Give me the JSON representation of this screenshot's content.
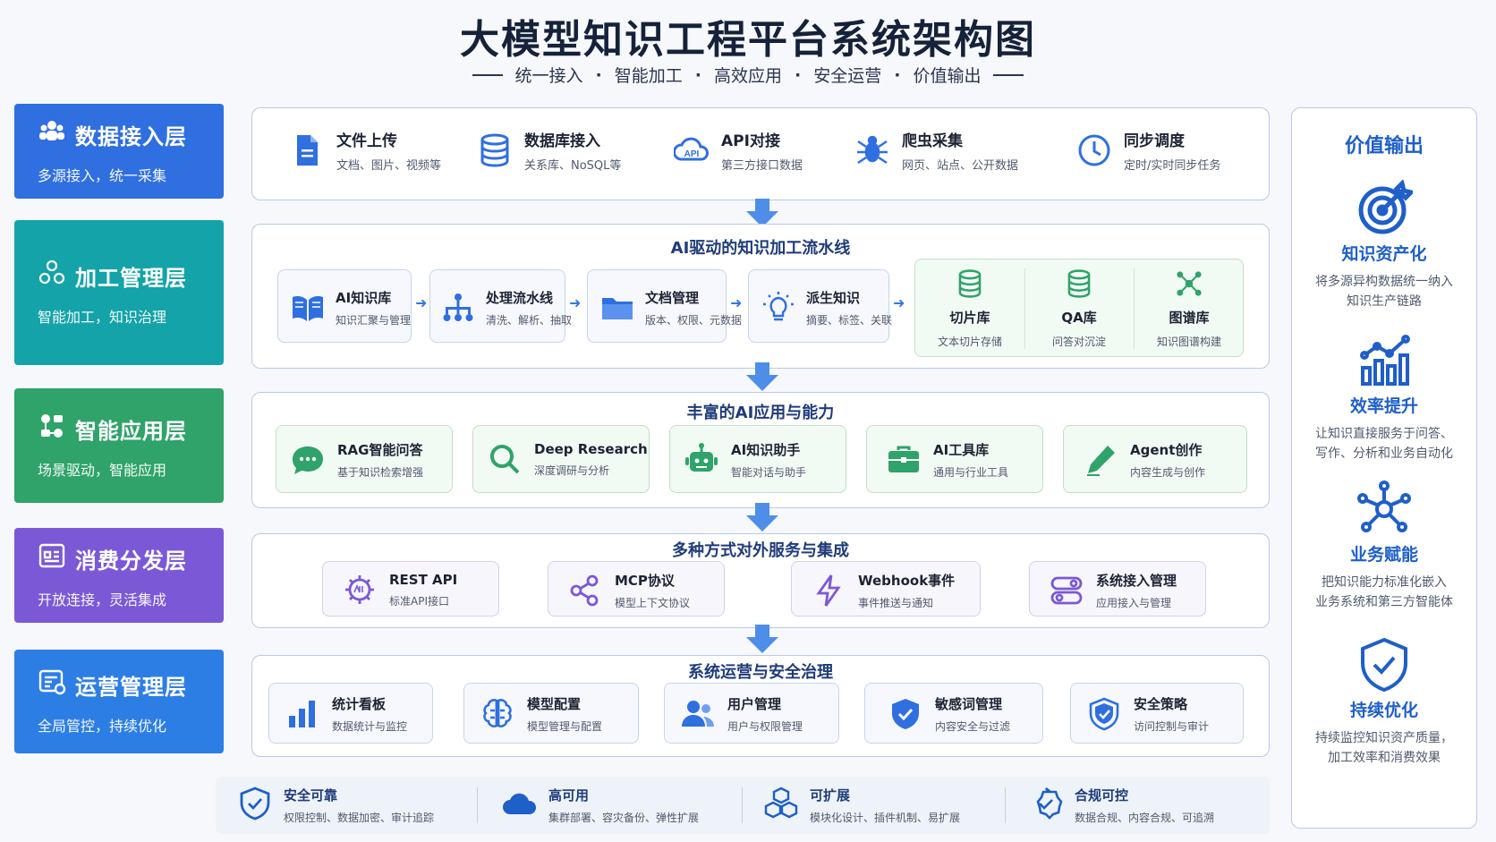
{
  "header": {
    "title": "大模型知识工程平台系统架构图",
    "tagline": [
      "统一接入",
      "智能加工",
      "高效应用",
      "安全运营",
      "价值输出"
    ]
  },
  "layers": [
    {
      "title": "数据接入层",
      "subtitle": "多源接入，统一采集",
      "color": "#2f6fe0"
    },
    {
      "title": "加工管理层",
      "subtitle": "智能加工，知识治理",
      "color": "#14a3a8"
    },
    {
      "title": "智能应用层",
      "subtitle": "场景驱动，智能应用",
      "color": "#2fa36a"
    },
    {
      "title": "消费分发层",
      "subtitle": "开放连接，灵活集成",
      "color": "#7b58d6"
    },
    {
      "title": "运营管理层",
      "subtitle": "全局管控，持续优化",
      "color": "#2d7ee4"
    }
  ],
  "ingest": [
    {
      "title": "文件上传",
      "desc": "文档、图片、视频等",
      "icon": "file-icon"
    },
    {
      "title": "数据库接入",
      "desc": "关系库、NoSQL等",
      "icon": "database-icon"
    },
    {
      "title": "API对接",
      "desc": "第三方接口数据",
      "icon": "api-cloud-icon"
    },
    {
      "title": "爬虫采集",
      "desc": "网页、站点、公开数据",
      "icon": "spider-icon"
    },
    {
      "title": "同步调度",
      "desc": "定时/实时同步任务",
      "icon": "clock-icon"
    }
  ],
  "pipeline": {
    "title": "AI驱动的知识加工流水线",
    "steps": [
      {
        "title": "AI知识库",
        "desc": "知识汇聚与管理",
        "icon": "book-icon"
      },
      {
        "title": "处理流水线",
        "desc": "清洗、解析、抽取",
        "icon": "workflow-icon"
      },
      {
        "title": "文档管理",
        "desc": "版本、权限、元数据",
        "icon": "folder-icon"
      },
      {
        "title": "派生知识",
        "desc": "摘要、标签、关联",
        "icon": "bulb-icon"
      }
    ],
    "stores": [
      {
        "title": "切片库",
        "desc": "文本切片存储",
        "icon": "database-icon"
      },
      {
        "title": "QA库",
        "desc": "问答对沉淀",
        "icon": "database-icon"
      },
      {
        "title": "图谱库",
        "desc": "知识图谱构建",
        "icon": "graph-icon"
      }
    ]
  },
  "apps": {
    "title": "丰富的AI应用与能力",
    "items": [
      {
        "title": "RAG智能问答",
        "desc": "基于知识检索增强",
        "icon": "chat-icon"
      },
      {
        "title": "Deep Research",
        "desc": "深度调研与分析",
        "icon": "search-icon"
      },
      {
        "title": "AI知识助手",
        "desc": "智能对话与助手",
        "icon": "robot-icon"
      },
      {
        "title": "AI工具库",
        "desc": "通用与行业工具",
        "icon": "toolbox-icon"
      },
      {
        "title": "Agent创作",
        "desc": "内容生成与创作",
        "icon": "pen-icon"
      }
    ]
  },
  "services": {
    "title": "多种方式对外服务与集成",
    "items": [
      {
        "title": "REST API",
        "desc": "标准API接口",
        "icon": "api-gear-icon"
      },
      {
        "title": "MCP协议",
        "desc": "模型上下文协议",
        "icon": "share-icon"
      },
      {
        "title": "Webhook事件",
        "desc": "事件推送与通知",
        "icon": "lightning-icon"
      },
      {
        "title": "系统接入管理",
        "desc": "应用接入与管理",
        "icon": "switch-icon"
      }
    ]
  },
  "ops": {
    "title": "系统运营与安全治理",
    "items": [
      {
        "title": "统计看板",
        "desc": "数据统计与监控",
        "icon": "bar-chart-icon"
      },
      {
        "title": "模型配置",
        "desc": "模型管理与配置",
        "icon": "brain-icon"
      },
      {
        "title": "用户管理",
        "desc": "用户与权限管理",
        "icon": "users-icon"
      },
      {
        "title": "敏感词管理",
        "desc": "内容安全与过滤",
        "icon": "shield-icon"
      },
      {
        "title": "安全策略",
        "desc": "访问控制与审计",
        "icon": "shield-check-icon"
      }
    ]
  },
  "value": {
    "title": "价值输出",
    "items": [
      {
        "title": "知识资产化",
        "desc": [
          "将多源异构数据统一纳入",
          "知识生产链路"
        ],
        "icon": "target-icon"
      },
      {
        "title": "效率提升",
        "desc": [
          "让知识直接服务于问答、",
          "写作、分析和业务自动化"
        ],
        "icon": "growth-chart-icon"
      },
      {
        "title": "业务赋能",
        "desc": [
          "把知识能力标准化嵌入",
          "业务系统和第三方智能体"
        ],
        "icon": "network-icon"
      },
      {
        "title": "持续优化",
        "desc": [
          "持续监控知识资产质量，",
          "加工效率和消费效果"
        ],
        "icon": "shield-check-icon"
      }
    ]
  },
  "footer": [
    {
      "title": "安全可靠",
      "desc": "权限控制、数据加密、审计追踪",
      "icon": "shield-icon"
    },
    {
      "title": "高可用",
      "desc": "集群部署、容灾备份、弹性扩展",
      "icon": "cloud-icon"
    },
    {
      "title": "可扩展",
      "desc": "模块化设计、插件机制、易扩展",
      "icon": "cubes-icon"
    },
    {
      "title": "合规可控",
      "desc": "数据合规、内容合规、可追溯",
      "icon": "badge-check-icon"
    }
  ]
}
